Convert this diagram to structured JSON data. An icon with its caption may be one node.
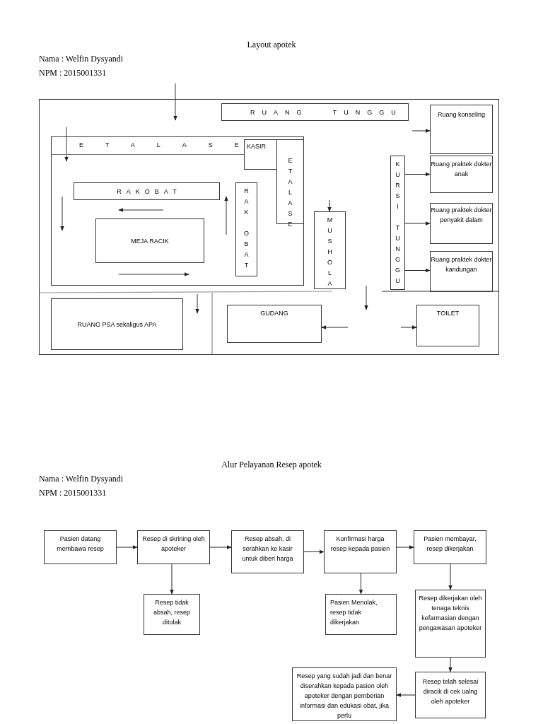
{
  "diagram": {
    "title": "Layout apotek",
    "nodes": [
      {
        "text": [],
        "shape": "box"
      },
      {
        "text": [],
        "shape": "box",
        "in": 0
      },
      {
        "text": [
          "ETALASE"
        ],
        "in": 1
      },
      {
        "text": [
          "KASIR"
        ],
        "in": 1
      },
      {
        "text": [
          "ETALASE"
        ],
        "in": 1
      },
      {
        "text": [
          "RAKOBAT"
        ],
        "in": 1
      },
      {
        "text": [
          "RAK OBAT"
        ],
        "in": 1
      },
      {
        "text": [
          "MEJA RACIK"
        ],
        "in": 1
      },
      {
        "text": [
          "RUANG TUNGGU"
        ],
        "in": 0
      },
      {
        "text": [
          "Ruang konseling"
        ],
        "in": 0
      },
      {
        "text": [
          "KURSI TUNGGU"
        ],
        "in": 0
      },
      {
        "text": [
          "Ruang praktek dokter anak"
        ],
        "in": 0
      },
      {
        "text": [
          "Ruang praktek dokter penyakit dalam"
        ],
        "in": 0
      },
      {
        "text": [
          "Ruang praktek dokter kandungan"
        ],
        "in": 0
      },
      {
        "text": [
          "MUSHOLA"
        ],
        "in": 0
      },
      {
        "text": [
          "RUANG PSA sekaligus APA"
        ],
        "in": 0
      },
      {
        "text": [
          "GUDANG"
        ],
        "in": 0
      },
      {
        "text": [
          "TOILET"
        ],
        "in": 0
      },
      {
        "text": [
          "Pasien datang membawa resep"
        ]
      },
      {
        "text": [
          "Resep di skrining oleh apoteker"
        ]
      },
      {
        "text": [
          "Resep absah, di serahkan ke kasir untuk diberi harga"
        ]
      },
      {
        "text": [
          "Konfirmasi harga resep kepada pasien"
        ]
      },
      {
        "text": [
          "Pasien membayar, resep dikerjakan"
        ]
      },
      {
        "text": [
          "Resep tidak absah, resep ditolak"
        ]
      },
      {
        "text": [
          "Pasien Menolak, resep tidak dikerjakan"
        ]
      },
      {
        "text": [
          "Resep dikerjakan oleh tenaga teknis kefarmasian dengan pengawasan apoteker"
        ]
      },
      {
        "text": [
          "Resep telah selesai diracik di cek ualng oleh apoteker"
        ]
      },
      {
        "text": [
          "Resep yang sudah jadi dan benar diserahkan kepada pasien oleh apoteker dengan pemberian informasi dan edukasi obat, jika perlu"
        ]
      }
    ],
    "edges": [
      {
        "from": null,
        "to": 9,
        "arrow": "to"
      },
      {
        "from": 10,
        "to": 11,
        "arrow": "to"
      },
      {
        "from": 10,
        "to": 12,
        "arrow": "to"
      },
      {
        "from": 10,
        "to": 13,
        "arrow": "to"
      },
      {
        "from": null,
        "to": 14,
        "arrow": "to"
      },
      {
        "from": null,
        "to": 16,
        "arrow": "to"
      },
      {
        "from": null,
        "to": 17,
        "arrow": "to"
      },
      {
        "from": 18,
        "to": 19,
        "arrow": "to"
      },
      {
        "from": 19,
        "to": 20,
        "arrow": "to"
      },
      {
        "from": 20,
        "to": 21,
        "arrow": "to"
      },
      {
        "from": 21,
        "to": 22,
        "arrow": "to"
      },
      {
        "from": 19,
        "to": 23,
        "arrow": "to"
      },
      {
        "from": 21,
        "to": 24,
        "arrow": "to"
      },
      {
        "from": 22,
        "to": 25,
        "arrow": "to"
      },
      {
        "from": 25,
        "to": 26,
        "arrow": "to"
      },
      {
        "from": 26,
        "to": 27,
        "arrow": "to"
      }
    ],
    "labels": [
      "Nama : Welfin Dysyandi",
      "NPM : 2015001331",
      "Alur Pelayanan Resep apotek",
      "Nama : Welfin Dysyandi",
      "NPM : 2015001331"
    ]
  }
}
